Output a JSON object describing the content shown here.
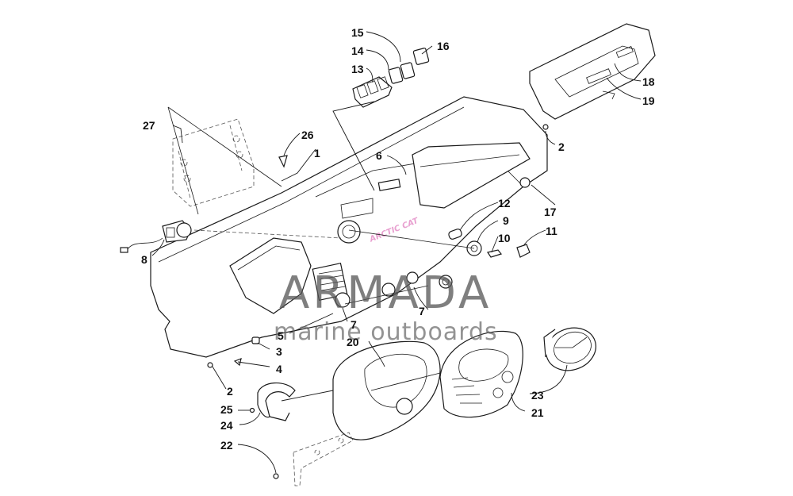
{
  "watermark": {
    "title": "ARMADA",
    "subtitle": "marine outboards",
    "accent_color": "#e8a0d0"
  },
  "decal_text": "ARCTIC CAT",
  "callouts": [
    {
      "id": "c1",
      "label": "1"
    },
    {
      "id": "c2a",
      "label": "2"
    },
    {
      "id": "c2b",
      "label": "2"
    },
    {
      "id": "c3",
      "label": "3"
    },
    {
      "id": "c4",
      "label": "4"
    },
    {
      "id": "c5",
      "label": "5"
    },
    {
      "id": "c6",
      "label": "6"
    },
    {
      "id": "c7a",
      "label": "7"
    },
    {
      "id": "c7b",
      "label": "7"
    },
    {
      "id": "c8",
      "label": "8"
    },
    {
      "id": "c9",
      "label": "9"
    },
    {
      "id": "c10",
      "label": "10"
    },
    {
      "id": "c11",
      "label": "11"
    },
    {
      "id": "c12",
      "label": "12"
    },
    {
      "id": "c13",
      "label": "13"
    },
    {
      "id": "c14",
      "label": "14"
    },
    {
      "id": "c15",
      "label": "15"
    },
    {
      "id": "c16",
      "label": "16"
    },
    {
      "id": "c17",
      "label": "17"
    },
    {
      "id": "c18",
      "label": "18"
    },
    {
      "id": "c19",
      "label": "19"
    },
    {
      "id": "c20",
      "label": "20"
    },
    {
      "id": "c21",
      "label": "21"
    },
    {
      "id": "c22",
      "label": "22"
    },
    {
      "id": "c23",
      "label": "23"
    },
    {
      "id": "c24",
      "label": "24"
    },
    {
      "id": "c25",
      "label": "25"
    },
    {
      "id": "c26",
      "label": "26"
    },
    {
      "id": "c27",
      "label": "27"
    }
  ]
}
